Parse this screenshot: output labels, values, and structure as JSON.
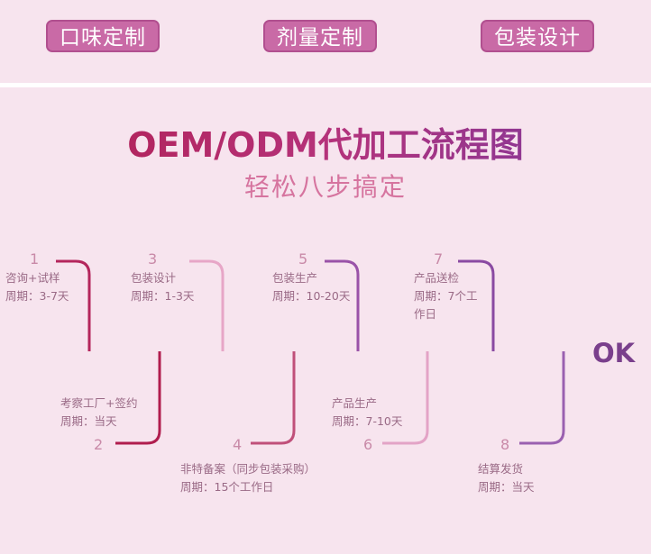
{
  "tags": [
    {
      "label": "口味定制"
    },
    {
      "label": "剂量定制"
    },
    {
      "label": "包装设计"
    }
  ],
  "title": "OEM/ODM代加工流程图",
  "subtitle": "轻松八步搞定",
  "end_label": "OK",
  "steps": [
    {
      "num": "1",
      "name": "咨询+试样",
      "period": "周期：3-7天"
    },
    {
      "num": "2",
      "name": "考察工厂+签约",
      "period": "周期：当天"
    },
    {
      "num": "3",
      "name": "包装设计",
      "period": "周期：1-3天"
    },
    {
      "num": "4",
      "name": "非特备案（同步包装采购）",
      "period": "周期：15个工作日"
    },
    {
      "num": "5",
      "name": "包装生产",
      "period": "周期：10-20天"
    },
    {
      "num": "6",
      "name": "产品生产",
      "period": "周期：7-10天"
    },
    {
      "num": "7",
      "name": "产品送检",
      "period": "周期：7个工",
      "period2": "作日"
    },
    {
      "num": "8",
      "name": "结算发货",
      "period": "周期：当天"
    }
  ],
  "colors": {
    "background": "#f7e4ee",
    "tag_bg": "#c96aa6",
    "line_start": "#b01d4e",
    "line_end": "#7a3aa0"
  }
}
